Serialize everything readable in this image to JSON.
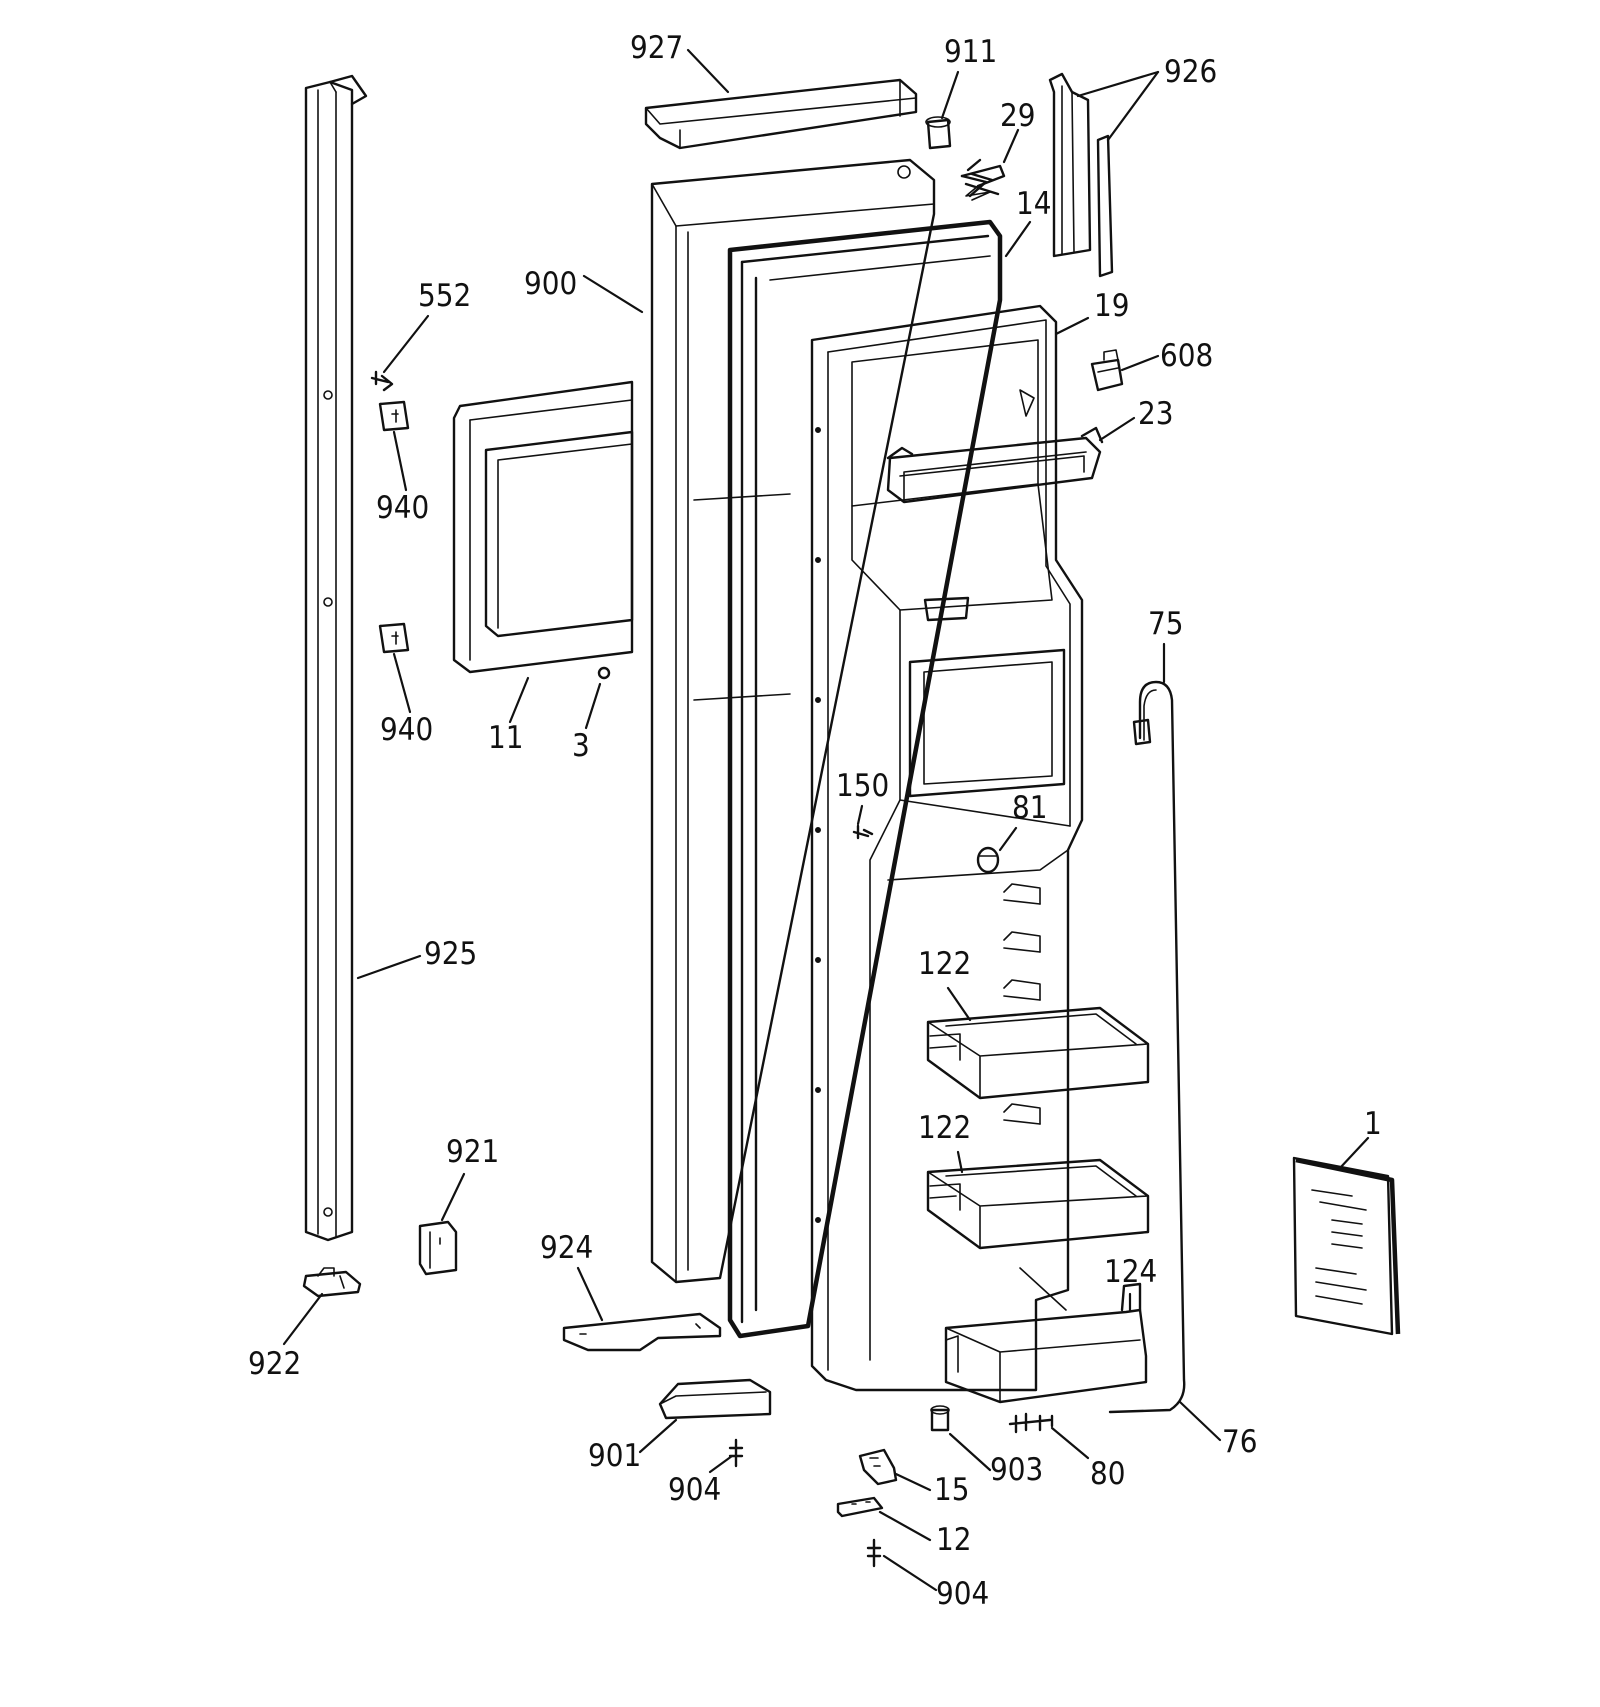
{
  "diagram": {
    "callouts": [
      {
        "id": "927",
        "text": "927"
      },
      {
        "id": "911",
        "text": "911"
      },
      {
        "id": "926",
        "text": "926"
      },
      {
        "id": "29",
        "text": "29"
      },
      {
        "id": "14",
        "text": "14"
      },
      {
        "id": "900",
        "text": "900"
      },
      {
        "id": "552",
        "text": "552"
      },
      {
        "id": "19",
        "text": "19"
      },
      {
        "id": "608",
        "text": "608"
      },
      {
        "id": "23",
        "text": "23"
      },
      {
        "id": "940a",
        "text": "940"
      },
      {
        "id": "940b",
        "text": "940"
      },
      {
        "id": "11",
        "text": "11"
      },
      {
        "id": "3",
        "text": "3"
      },
      {
        "id": "75",
        "text": "75"
      },
      {
        "id": "150",
        "text": "150"
      },
      {
        "id": "81",
        "text": "81"
      },
      {
        "id": "925",
        "text": "925"
      },
      {
        "id": "122a",
        "text": "122"
      },
      {
        "id": "122b",
        "text": "122"
      },
      {
        "id": "1",
        "text": "1"
      },
      {
        "id": "921",
        "text": "921"
      },
      {
        "id": "924",
        "text": "924"
      },
      {
        "id": "124",
        "text": "124"
      },
      {
        "id": "922",
        "text": "922"
      },
      {
        "id": "901",
        "text": "901"
      },
      {
        "id": "904a",
        "text": "904"
      },
      {
        "id": "903",
        "text": "903"
      },
      {
        "id": "80",
        "text": "80"
      },
      {
        "id": "76",
        "text": "76"
      },
      {
        "id": "15",
        "text": "15"
      },
      {
        "id": "12",
        "text": "12"
      },
      {
        "id": "904b",
        "text": "904"
      }
    ]
  }
}
